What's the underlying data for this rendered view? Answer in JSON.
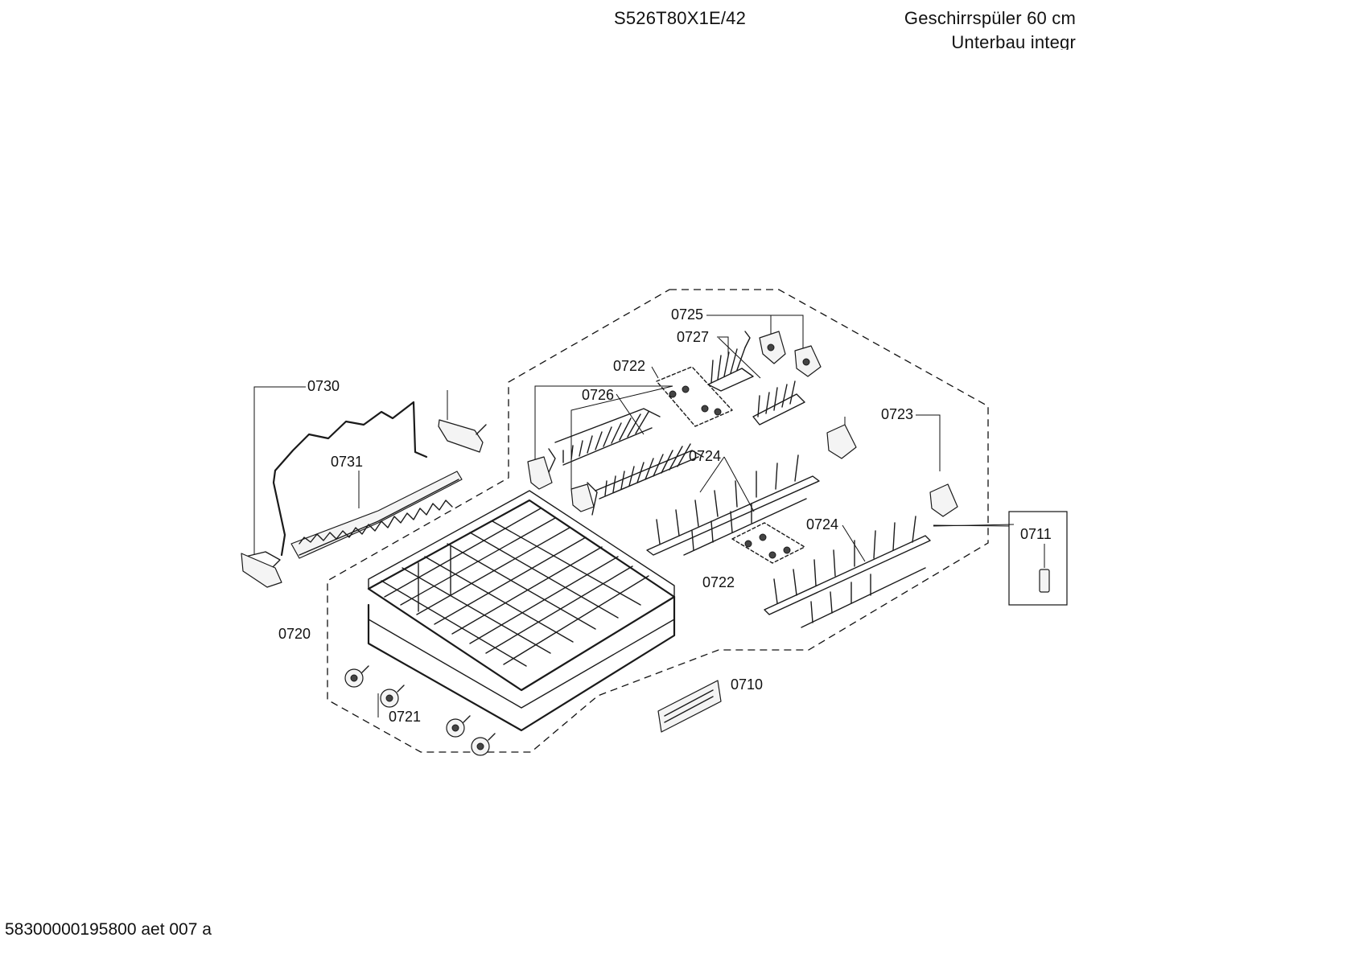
{
  "header": {
    "model": "S526T80X1E/42",
    "description_line1": "Geschirrspüler 60 cm",
    "description_line2": "Unterbau integr"
  },
  "footer": {
    "code": "58300000195800 aet 007 a"
  },
  "callouts": {
    "c0730": "0730",
    "c0731": "0731",
    "c0725": "0725",
    "c0727": "0727",
    "c0722a": "0722",
    "c0726": "0726",
    "c0724a": "0724",
    "c0723": "0723",
    "c0724b": "0724",
    "c0711": "0711",
    "c0722b": "0722",
    "c0720": "0720",
    "c0710": "0710",
    "c0721": "0721"
  }
}
